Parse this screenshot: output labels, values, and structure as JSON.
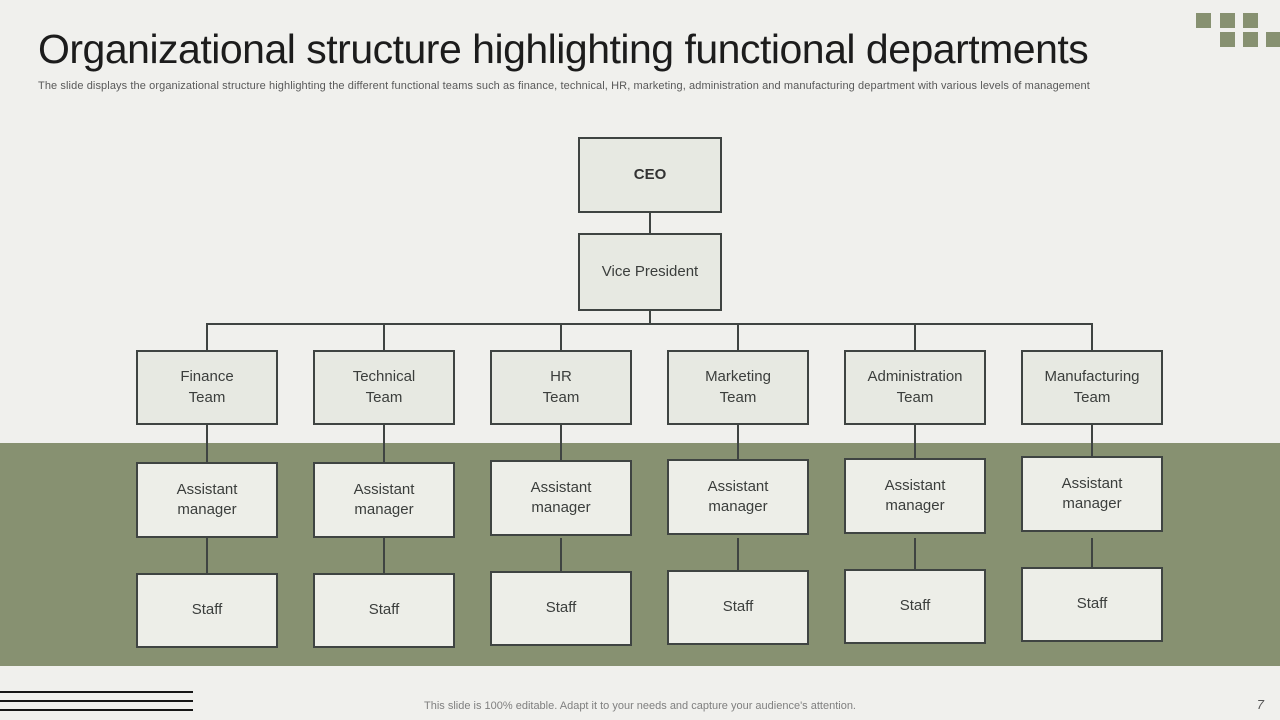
{
  "slide": {
    "title": "Organizational structure highlighting functional departments",
    "subtitle": "The slide displays the organizational structure highlighting the different functional teams such as finance, technical, HR, marketing, administration and manufacturing department with various levels of management",
    "footer_note": "This slide is 100% editable.  Adapt it to your needs and capture your audience's attention.",
    "page_number": "7"
  },
  "org": {
    "ceo": "CEO",
    "vice_president": "Vice President",
    "columns": [
      {
        "team": [
          "Finance",
          "Team"
        ],
        "manager": [
          "Assistant",
          "manager"
        ],
        "staff": "Staff"
      },
      {
        "team": [
          "Technical",
          "Team"
        ],
        "manager": [
          "Assistant",
          "manager"
        ],
        "staff": "Staff"
      },
      {
        "team": [
          "HR",
          "Team"
        ],
        "manager": [
          "Assistant",
          "manager"
        ],
        "staff": "Staff"
      },
      {
        "team": [
          "Marketing",
          "Team"
        ],
        "manager": [
          "Assistant",
          "manager"
        ],
        "staff": "Staff"
      },
      {
        "team": [
          "Administration",
          "Team"
        ],
        "manager": [
          "Assistant",
          "manager"
        ],
        "staff": "Staff"
      },
      {
        "team": [
          "Manufacturing",
          "Team"
        ],
        "manager": [
          "Assistant",
          "manager"
        ],
        "staff": "Staff"
      }
    ]
  },
  "colors": {
    "background": "#f0f0ed",
    "band_green": "#879171",
    "accent_square_green": "#879171",
    "box_fill": "#e7e9e2",
    "box_fill_on_band": "#edeee8",
    "box_border": "#3f4442",
    "connector": "#3f4442",
    "title_text": "#1c1c1c",
    "subtitle_text": "#595959",
    "footer_text": "#7f7f7f"
  }
}
